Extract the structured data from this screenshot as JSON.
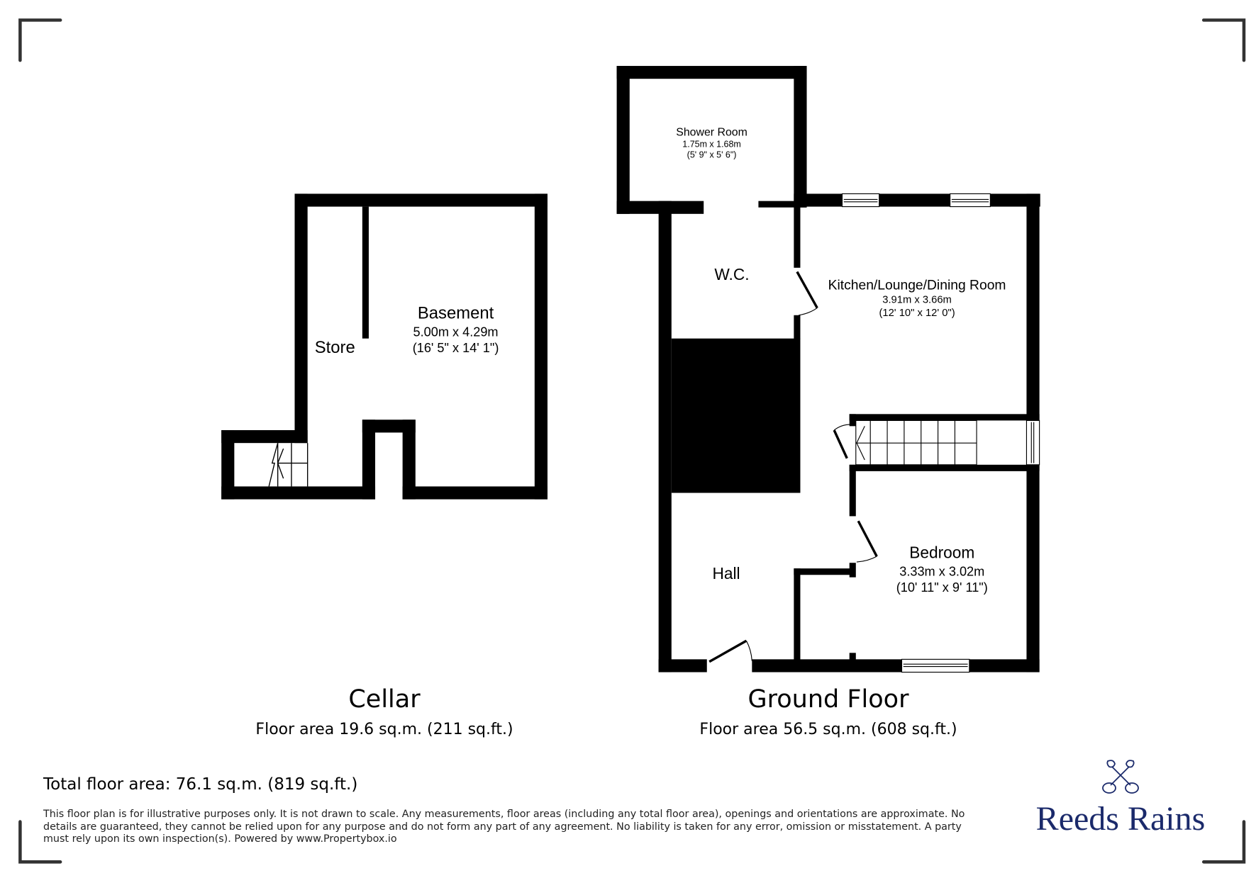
{
  "floors": [
    {
      "name": "Cellar",
      "area_label": "Floor area 19.6 sq.m. (211 sq.ft.)",
      "rooms": [
        {
          "name": "Basement",
          "metric": "5.00m x 4.29m",
          "imperial": "(16' 5\" x 14' 1\")"
        },
        {
          "name": "Store"
        }
      ]
    },
    {
      "name": "Ground Floor",
      "area_label": "Floor area 56.5 sq.m. (608 sq.ft.)",
      "rooms": [
        {
          "name": "Shower Room",
          "metric": "1.75m x 1.68m",
          "imperial": "(5' 9\" x 5' 6\")"
        },
        {
          "name": "W.C."
        },
        {
          "name": "Kitchen/Lounge/Dining Room",
          "metric": "3.91m x 3.66m",
          "imperial": "(12' 10\" x 12' 0\")"
        },
        {
          "name": "Bedroom",
          "metric": "3.33m x 3.02m",
          "imperial": "(10' 11\" x 9' 11\")"
        },
        {
          "name": "Hall"
        }
      ]
    }
  ],
  "total_area": "Total floor area: 76.1 sq.m. (819 sq.ft.)",
  "disclaimer": "This floor plan is for illustrative purposes only. It is not drawn to scale. Any measurements, floor areas (including any total floor area), openings and orientations are approximate. No details are guaranteed, they cannot be relied upon for any purpose and do not form any part of any agreement. No liability is taken for any error, omission or misstatement. A party must rely upon its own inspection(s). Powered by www.Propertybox.io",
  "logo": {
    "brand": "Reeds Rains",
    "icon": "crossed-keys-icon",
    "color": "#1b2a6b"
  },
  "colors": {
    "wall": "#000000",
    "frame": "#333333",
    "background": "#ffffff"
  }
}
